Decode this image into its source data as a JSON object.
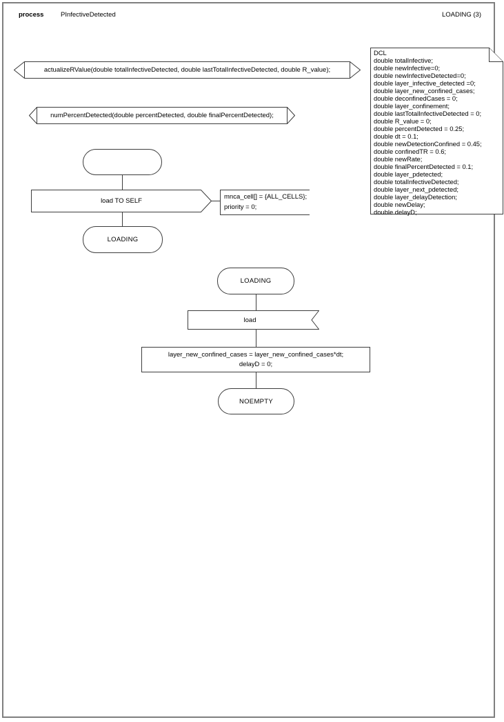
{
  "colors": {
    "page_border": "#7e7e7e",
    "shape_stroke": "#3c3c3c",
    "text": "#000000",
    "background": "#ffffff"
  },
  "header": {
    "kind": "process",
    "name": "PInfectiveDetected",
    "page": "LOADING (3)"
  },
  "procedures": {
    "actualize": "actualizeRValue(double totalInfectiveDetected, double lastTotalInfectiveDetected, double R_value);",
    "numpercent": "numPercentDetected(double percentDetected, double finalPercentDetected);"
  },
  "declarations": [
    "DCL",
    "double totalInfective;",
    "double newInfective=0;",
    "double newInfectiveDetected=0;",
    "double layer_infective_detected =0;",
    "double layer_new_confined_cases;",
    "double deconfinedCases = 0;",
    "double layer_confinement;",
    "double lastTotalInfectiveDetected = 0;",
    "double R_value = 0;",
    "double percentDetected = 0.25;",
    "double dt = 0.1;",
    "double newDetectionConfined = 0.45;",
    "double confinedTR = 0.6;",
    "double newRate;",
    "double finalPercentDetected = 0.1;",
    "double layer_pdetected;",
    "double totalInfectiveDetected;",
    "double layer_next_pdetected;",
    "double layer_delayDetection;",
    "double newDelay;",
    "double delayD;"
  ],
  "start_flow": {
    "output": "load TO SELF",
    "comment": [
      "mnca_cell[] = {ALL_CELLS};",
      "priority = 0;"
    ],
    "next_state": "LOADING"
  },
  "loading_flow": {
    "state": "LOADING",
    "input": "load",
    "task": [
      "layer_new_confined_cases = layer_new_confined_cases*dt;",
      "delayD = 0;"
    ],
    "next_state": "NOEMPTY"
  }
}
